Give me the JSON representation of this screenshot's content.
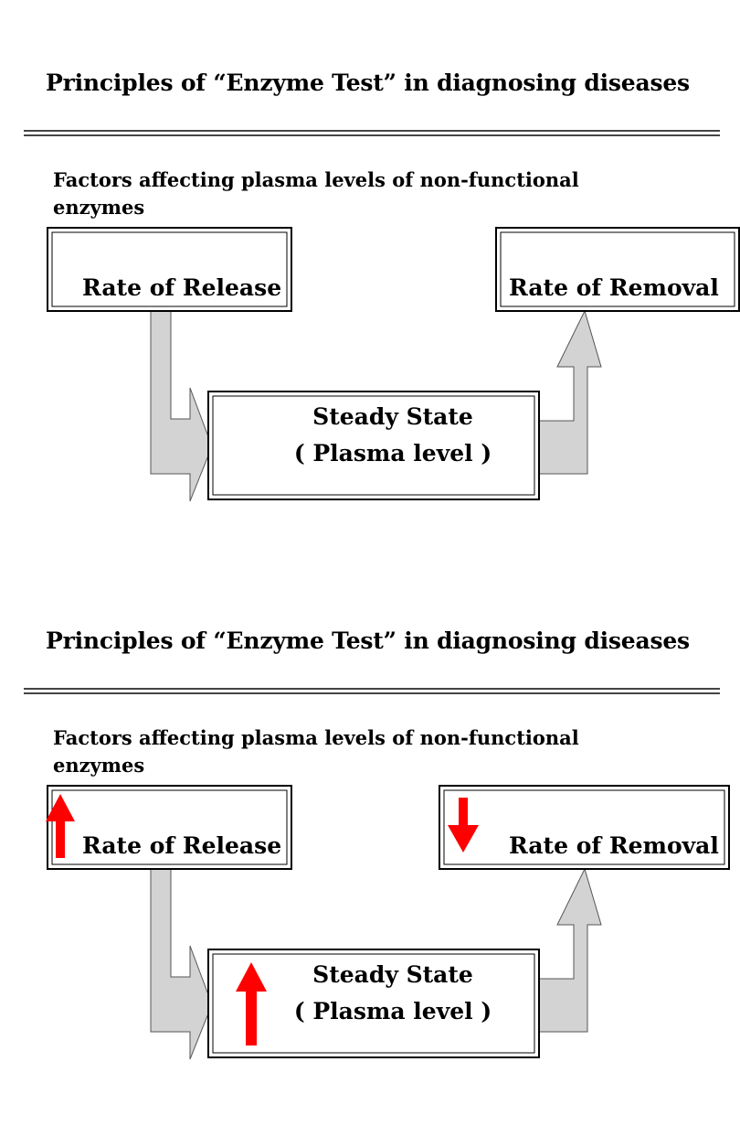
{
  "slides": [
    {
      "title": "Principles of  “Enzyme Test” in diagnosing diseases",
      "subtitle": "Factors affecting plasma levels of non-functional enzymes",
      "release_label": "Rate of Release",
      "removal_label": "Rate of Removal",
      "steady_line1": "Steady State",
      "steady_line2": "( Plasma level )"
    },
    {
      "title": "Principles of  “Enzyme Test” in diagnosing diseases",
      "subtitle": "Factors affecting plasma levels of non-functional enzymes",
      "release_label": "Rate of Release",
      "removal_label": "Rate of Removal",
      "steady_line1": "Steady State",
      "steady_line2": "( Plasma level )"
    }
  ],
  "colors": {
    "arrow_fill": "#d3d3d3",
    "indicator_red": "#ff0000"
  },
  "indicators": {
    "release": "up-arrow-icon",
    "removal": "down-arrow-icon",
    "steady_state": "up-arrow-icon"
  }
}
